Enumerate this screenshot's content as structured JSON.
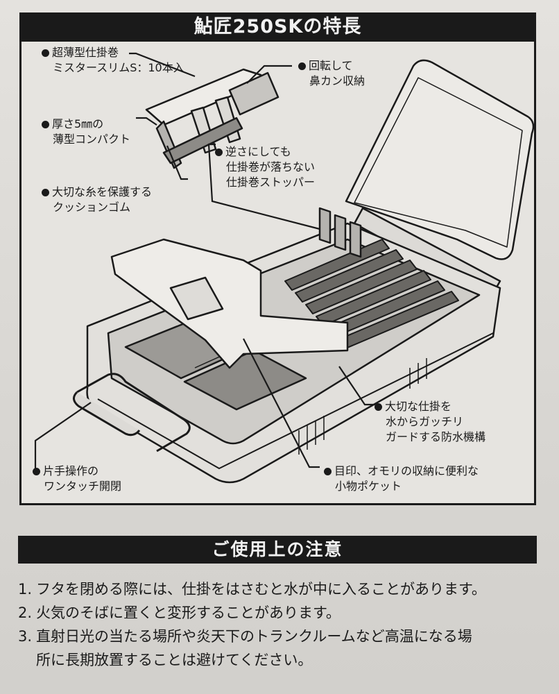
{
  "features": {
    "title": "鮎匠250SKの特長",
    "callouts": [
      {
        "lines": [
          "超薄型仕掛巻",
          "ミスタースリムS：10本入"
        ]
      },
      {
        "lines": [
          "回転して",
          "鼻カン収納"
        ]
      },
      {
        "lines": [
          "厚さ5㎜の",
          "薄型コンパクト"
        ]
      },
      {
        "lines": [
          "逆さにしても",
          "仕掛巻が落ちない",
          "仕掛巻ストッパー"
        ]
      },
      {
        "lines": [
          "大切な糸を保護する",
          "クッションゴム"
        ]
      },
      {
        "lines": [
          "大切な仕掛を",
          "水からガッチリ",
          "ガードする防水機構"
        ]
      },
      {
        "lines": [
          "片手操作の",
          "ワンタッチ開閉"
        ]
      },
      {
        "lines": [
          "目印、オモリの収納に便利な",
          "小物ポケット"
        ]
      }
    ]
  },
  "cautions": {
    "title": "ご使用上の注意",
    "items": [
      {
        "num": "1.",
        "lines": [
          "フタを閉める際には、仕掛をはさむと水が中に入ることがあります。"
        ]
      },
      {
        "num": "2.",
        "lines": [
          "火気のそばに置くと変形することがあります。"
        ]
      },
      {
        "num": "3.",
        "lines": [
          "直射日光の当たる場所や炎天下のトランクルームなど高温になる場",
          "所に長期放置することは避けてください。"
        ]
      }
    ]
  },
  "colors": {
    "ink": "#1a1a1a",
    "paper": "#e4e2de",
    "bar_text": "#f1f1f1"
  }
}
